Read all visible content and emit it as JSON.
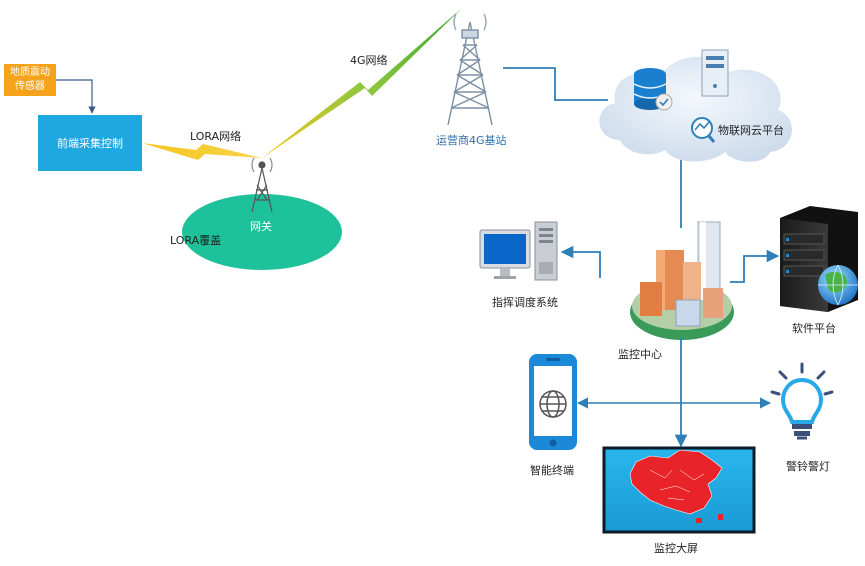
{
  "nodes": {
    "sensor": {
      "line1": "地质震动",
      "line2": "传感器"
    },
    "controller": {
      "label": "前端采集控制"
    },
    "lora_net": {
      "label": "LORA网络"
    },
    "lora_cover": {
      "label": "LORA覆盖"
    },
    "gateway": {
      "label": "网关"
    },
    "net4g": {
      "label": "4G网络"
    },
    "base_station": {
      "label": "运营商4G基站"
    },
    "cloud": {
      "label": "物联网云平台"
    },
    "dispatch": {
      "label": "指挥调度系统"
    },
    "monitor_center": {
      "label": "监控中心"
    },
    "software": {
      "label": "软件平台"
    },
    "terminal": {
      "label": "智能终端"
    },
    "alarm": {
      "label": "警铃警灯"
    },
    "big_screen": {
      "label": "监控大屏"
    }
  },
  "colors": {
    "sensor": "#f5a31a",
    "controller": "#1fa8e0",
    "coverage": "#1ec29a",
    "connector": "#2f7fb8",
    "lightning_start": "#f7c51e",
    "lightning_end": "#3ba52e",
    "map_red": "#e8242a",
    "screen_blue": "#1fa8e0"
  },
  "icons": {
    "tower": "radio-tower-icon",
    "cloud": "cloud-icon",
    "database": "database-icon",
    "server": "server-icon",
    "computer": "desktop-computer-icon",
    "buildings": "city-buildings-icon",
    "phone": "smartphone-icon",
    "globe": "globe-icon",
    "bulb": "light-bulb-icon"
  }
}
